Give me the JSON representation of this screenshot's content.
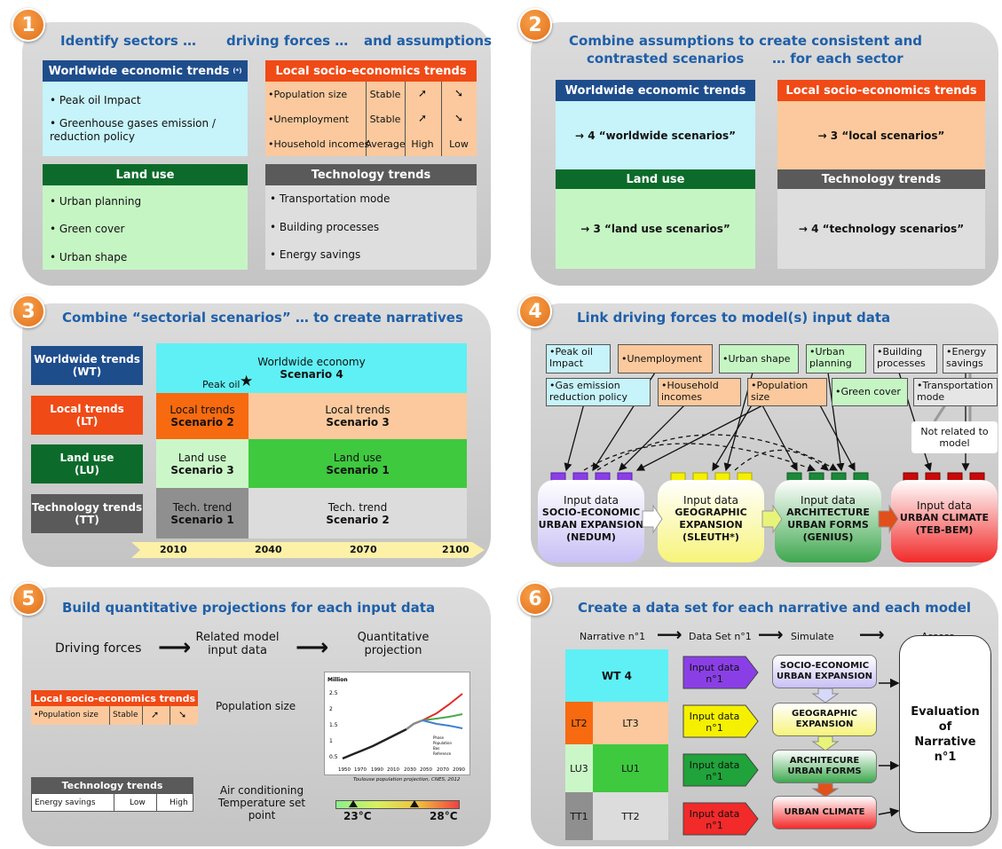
{
  "p1": {
    "num": "1",
    "t1": "Identify sectors …",
    "t2": "driving forces …",
    "t3": "and assumptions",
    "we": {
      "title": "Worldwide economic trends",
      "sup": "(*)",
      "items": [
        "• Peak oil Impact",
        "• Greenhouse gases emission / reduction policy"
      ]
    },
    "lse": {
      "title": "Local socio-economics trends",
      "rows": [
        [
          "•Population size",
          "Stable",
          "➚",
          "➘"
        ],
        [
          "•Unemployment",
          "Stable",
          "➚",
          "➘"
        ],
        [
          "•Household incomes",
          "Average",
          "High",
          "Low"
        ]
      ]
    },
    "lu": {
      "title": "Land use",
      "items": [
        "• Urban planning",
        "• Green cover",
        "• Urban shape"
      ]
    },
    "tt": {
      "title": "Technology trends",
      "items": [
        "• Transportation mode",
        "• Building processes",
        "• Energy savings"
      ]
    }
  },
  "p2": {
    "num": "2",
    "t1": "Combine assumptions to create consistent and",
    "t2": "contrasted scenarios",
    "t3": "…  for each sector",
    "we": {
      "title": "Worldwide economic trends",
      "body": "→ 4 “worldwide scenarios”"
    },
    "lse": {
      "title": "Local socio-economics trends",
      "body": "→ 3 “local scenarios”"
    },
    "lu": {
      "title": "Land use",
      "body": "→ 3 “land use scenarios”"
    },
    "tt": {
      "title": "Technology trends",
      "body": "→ 4 “technology scenarios”"
    }
  },
  "p3": {
    "num": "3",
    "title": "Combine “sectorial scenarios” … to create narratives",
    "wt": {
      "a": "Worldwide trends",
      "b": "(WT)"
    },
    "lt": {
      "a": "Local trends",
      "b": "(LT)"
    },
    "lu": {
      "a": "Land use",
      "b": "(LU)"
    },
    "tt": {
      "a": "Technology trends",
      "b": "(TT)"
    },
    "we": {
      "a": "Worldwide economy",
      "b": "Scenario 4"
    },
    "peak": "Peak oil",
    "lt2": {
      "a": "Local trends",
      "b": "Scenario 2"
    },
    "lt3": {
      "a": "Local trends",
      "b": "Scenario 3"
    },
    "lu3": {
      "a": "Land use",
      "b": "Scenario 3"
    },
    "lu1": {
      "a": "Land use",
      "b": "Scenario 1"
    },
    "tt1": {
      "a": "Tech. trend",
      "b": "Scenario 1"
    },
    "tt2": {
      "a": "Tech. trend",
      "b": "Scenario 2"
    },
    "years": [
      "2010",
      "2040",
      "2070",
      "2100"
    ]
  },
  "p4": {
    "num": "4",
    "title": "Link driving forces to model(s) input data",
    "chips": {
      "peak": "•Peak oil\nImpact",
      "unemp": "•Unemployment",
      "shape": "•Urban shape",
      "plan": "•Urban\nplanning",
      "build": "•Building\nprocesses",
      "energy": "•Energy\nsavings",
      "gas": "•Gas emission\nreduction policy",
      "income": "•Household\nincomes",
      "pop": "•Population\nsize",
      "green": "•Green cover",
      "transport": "•Transportation\nmode"
    },
    "notrel": "Not related to model",
    "models": [
      {
        "a": "Input data",
        "b": "SOCIO-ECONOMIC",
        "c": "URBAN EXPANSION",
        "d": "(NEDUM)"
      },
      {
        "a": "Input data",
        "b": "GEOGRAPHIC",
        "c": "EXPANSION",
        "d": "(SLEUTH*)"
      },
      {
        "a": "Input data",
        "b": "ARCHITECTURE",
        "c": "URBAN FORMS",
        "d": "(GENIUS)"
      },
      {
        "a": "Input data",
        "b": "URBAN CLIMATE",
        "c": "(TEB-BEM)",
        "d": ""
      }
    ]
  },
  "p5": {
    "num": "5",
    "title": "Build quantitative projections for each input data",
    "h1": "Driving forces",
    "h2": "Related model input data",
    "h3": "Quantitative projection",
    "lse": {
      "title": "Local socio-economics trends",
      "row": [
        "•Population size",
        "Stable",
        "➚",
        "➘"
      ]
    },
    "popsize": "Population size",
    "tt": {
      "title": "Technology trends",
      "row": [
        "Energy savings",
        "Low",
        "High"
      ]
    },
    "ac": "Air conditioning Temperature set point",
    "chart": {
      "unit": "Million",
      "yticks": [
        "2.5",
        "2",
        "1.5",
        "1",
        "0.5"
      ],
      "xticks": [
        "1950",
        "1970",
        "1990",
        "2010",
        "2030",
        "2050",
        "2070",
        "2090"
      ],
      "legend": [
        "Phase",
        "Population",
        "Bas",
        "Reference"
      ],
      "caption": "Toulouse population projection, CNES, 2012"
    },
    "t1": "23°C",
    "t2": "28°C"
  },
  "p6": {
    "num": "6",
    "title": "Create a data set for each narrative and each model",
    "h1": "Narrative n°1",
    "h2": "Data Set n°1",
    "h3": "Simulate",
    "h4": "Assess",
    "wt4": "WT 4",
    "lt2": "LT2",
    "lt3": "LT3",
    "lu3": "LU3",
    "lu1": "LU1",
    "tt1": "TT1",
    "tt2": "TT2",
    "input": "Input data n°1",
    "m1": "SOCIO-ECONOMIC URBAN EXPANSION",
    "m2": "GEOGRAPHIC EXPANSION",
    "m3": "ARCHITECURE URBAN FORMS",
    "m4": "URBAN CLIMATE",
    "eval": "Evaluation of Narrative n°1"
  }
}
